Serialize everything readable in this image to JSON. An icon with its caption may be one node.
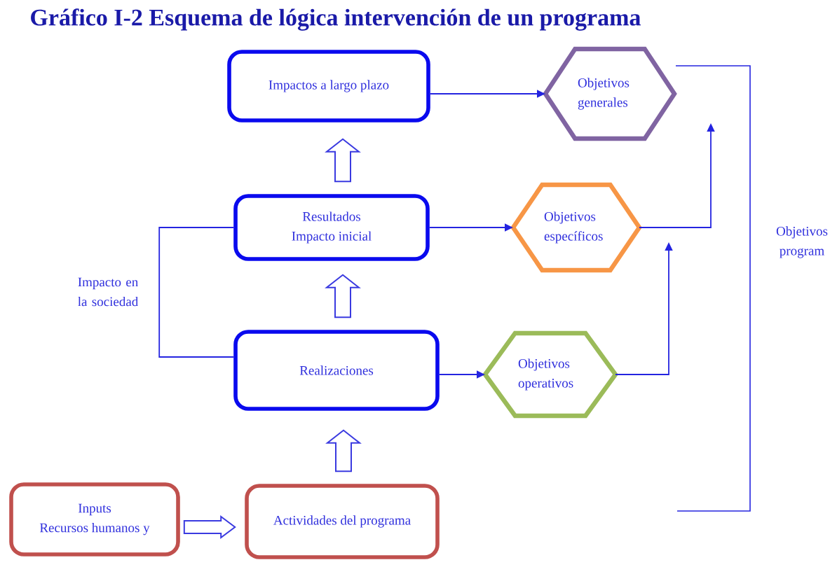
{
  "diagram": {
    "title": "Gráfico I-2 Esquema de lógica intervención de un programa",
    "nodes": [
      {
        "text": [
          "Impactos a largo plazo"
        ]
      },
      {
        "text": [
          "Objetivos generales"
        ]
      },
      {
        "text": [
          "Resultados",
          "Impacto inicial"
        ]
      },
      {
        "text": [
          "Objetivos específicos"
        ]
      },
      {
        "text": [
          "Realizaciones"
        ]
      },
      {
        "text": [
          "Objetivos operativos"
        ]
      },
      {
        "text": [
          "Inputs",
          "Recursos humanos y"
        ]
      },
      {
        "text": [
          "Actividades del programa"
        ]
      }
    ],
    "edges": [
      {
        "from": 0,
        "to": 1,
        "arrow": "to"
      },
      {
        "from": 2,
        "to": 0,
        "arrow": "to",
        "style": "thick"
      },
      {
        "from": 2,
        "to": 3,
        "arrow": "to"
      },
      {
        "from": 2,
        "to": 4,
        "arrow": "none",
        "label": "Impacto en la sociedad"
      },
      {
        "from": 4,
        "to": 2,
        "arrow": "to",
        "style": "thick"
      },
      {
        "from": 4,
        "to": 5,
        "arrow": "to"
      },
      {
        "from": 5,
        "to": 1,
        "arrow": "to"
      },
      {
        "from": 3,
        "to": 1,
        "arrow": "to"
      },
      {
        "from": 7,
        "to": 4,
        "arrow": "to",
        "style": "thick"
      },
      {
        "from": 6,
        "to": 7,
        "arrow": "to",
        "style": "thick"
      }
    ],
    "labels": [
      "Objetivos program"
    ]
  }
}
